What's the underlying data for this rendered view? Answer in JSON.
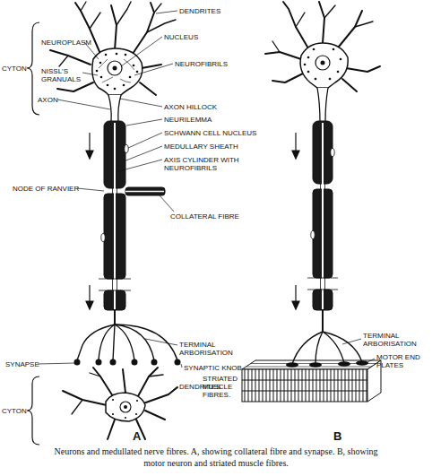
{
  "diagram": {
    "caption": "Neurons and medullated nerve fibres. A, showing collateral fibre and synapse. B, showing motor neuron and striated muscle fibres.",
    "labels": [
      "DENDRITES",
      "CYTON",
      "NEUROPLASM",
      "NUCLEUS",
      "NISSL'S GRANUALS",
      "NEUROFIBRILS",
      "AXON",
      "AXON HILLOCK",
      "NEURILEMMA",
      "SCHWANN CELL NUCLEUS",
      "MEDULLARY SHEATH",
      "AXIS CYLINDER WITH NEUROFIBRILS",
      "NODE OF RANVIER",
      "COLLATERAL FIBRE",
      "TERMINAL ARBORISATION",
      "SYNAPSE",
      "SYNAPTIC KNOB",
      "DENDRITES",
      "CYTON",
      "TERMINAL ARBORISATION",
      "MOTOR END PLATES",
      "STRIATED MUSCLE FIBRES.",
      "A",
      "B"
    ]
  }
}
